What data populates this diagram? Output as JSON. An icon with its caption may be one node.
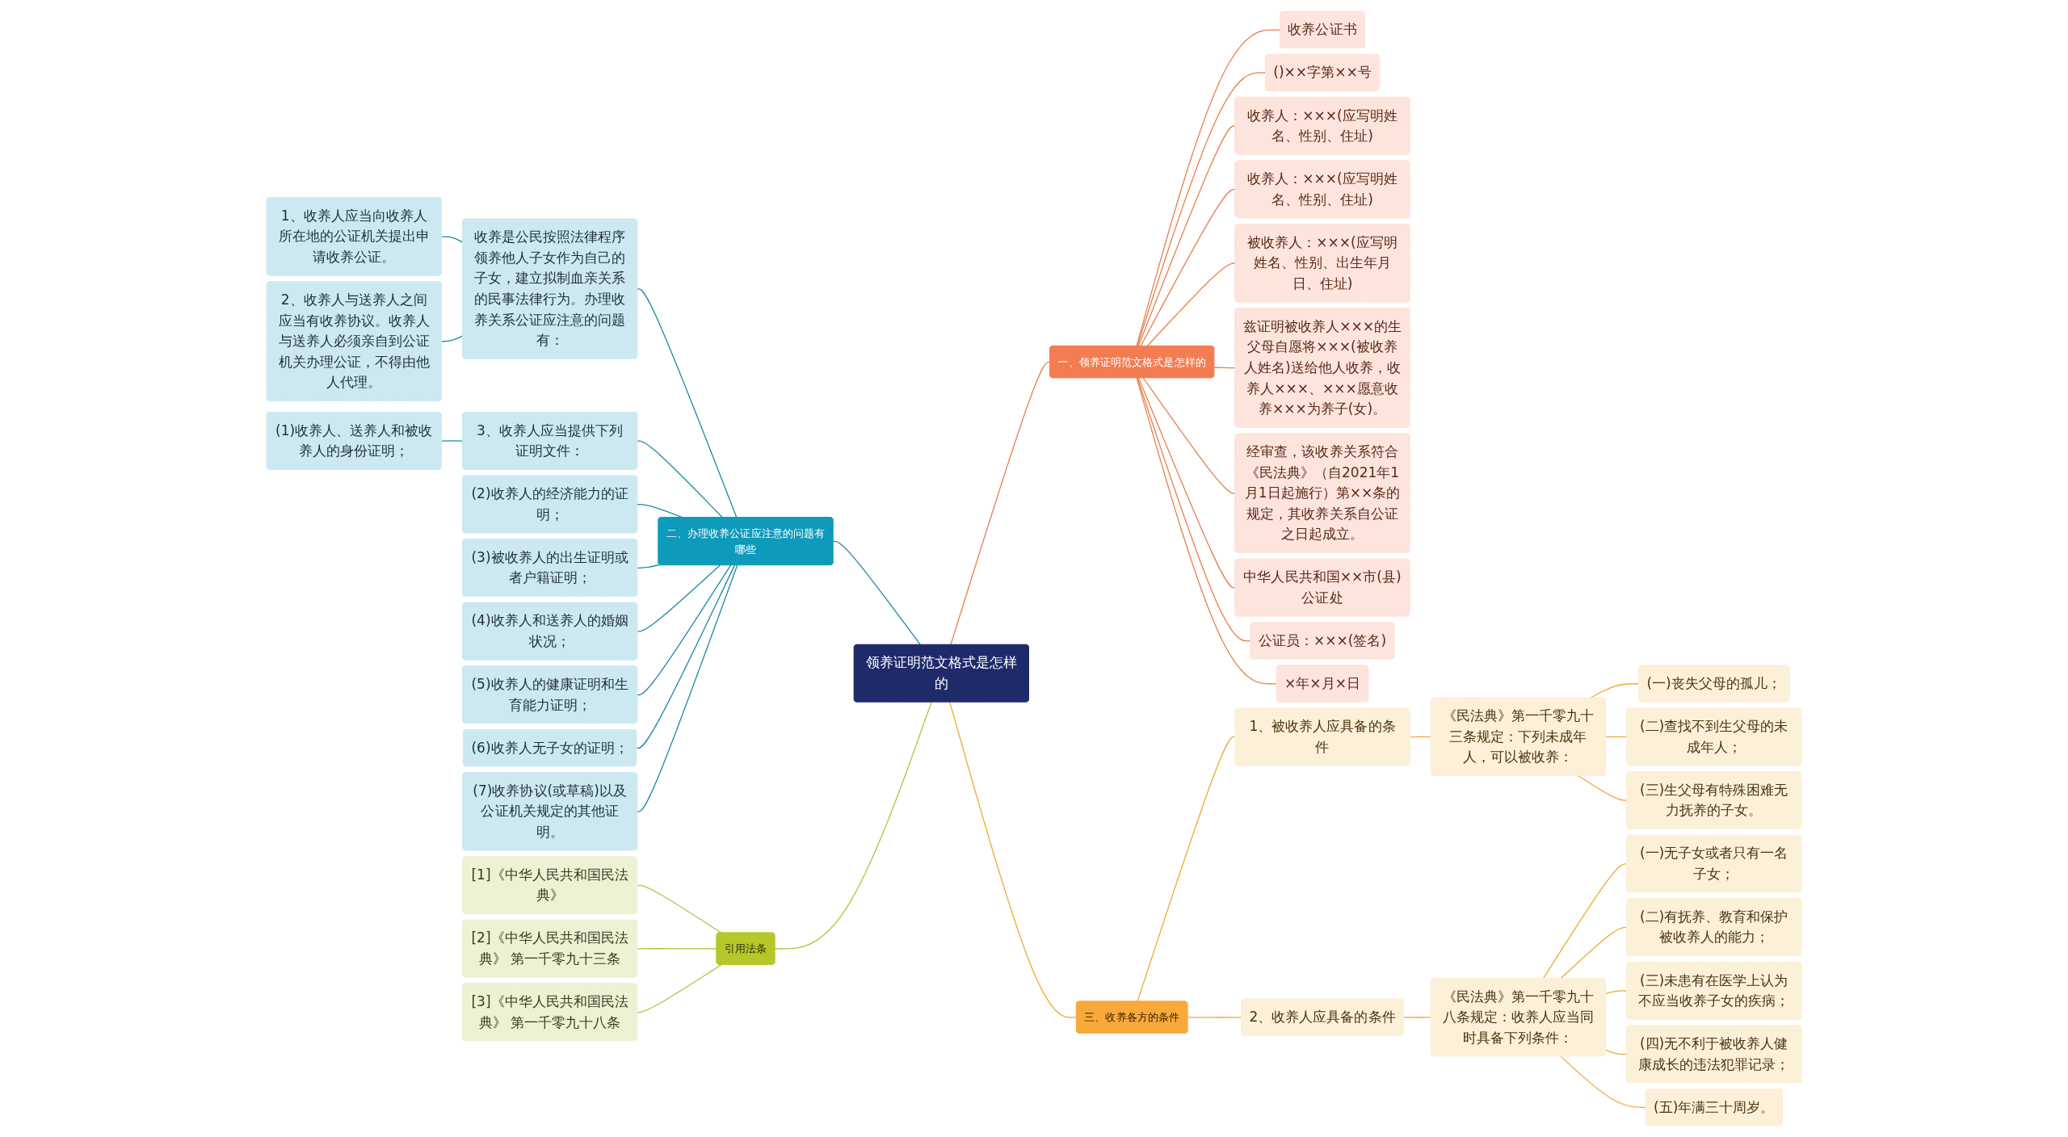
{
  "diagram": {
    "nodes": [
      {
        "text": [
          "领养证明范文格式是怎样的"
        ]
      },
      {
        "text": [
          "一、领养证明范文格式是怎样的"
        ]
      },
      {
        "text": [
          "收养公证书"
        ]
      },
      {
        "text": [
          "()××字第××号"
        ]
      },
      {
        "text": [
          "收养人：×××(应写明姓名、性别、住址)"
        ]
      },
      {
        "text": [
          "收养人：×××(应写明姓名、性别、住址)"
        ]
      },
      {
        "text": [
          "被收养人：×××(应写明姓名、性别、出生年月日、住址)"
        ]
      },
      {
        "text": [
          "兹证明被收养人×××的生父母自愿将×××(被收养人姓名)送给他人收养，收养人×××、×××愿意收养×××为养子(女)。"
        ]
      },
      {
        "text": [
          "经审查，该收养关系符合《民法典》（自2021年1月1日起施行）第××条的规定，其收养关系自公证之日起成立。"
        ]
      },
      {
        "text": [
          "中华人民共和国××市(县)公证处"
        ]
      },
      {
        "text": [
          "公证员：×××(签名)"
        ]
      },
      {
        "text": [
          "×年×月×日"
        ]
      },
      {
        "text": [
          "二、办理收养公证应注意的问题有哪些"
        ]
      },
      {
        "text": [
          "收养是公民按照法律程序领养他人子女作为自己的子女，建立拟制血亲关系的民事法律行为。办理收养关系公证应注意的问题有："
        ]
      },
      {
        "text": [
          "1、收养人应当向收养人所在地的公证机关提出申请收养公证。"
        ]
      },
      {
        "text": [
          "2、收养人与送养人之间应当有收养协议。收养人与送养人必须亲自到公证机关办理公证，不得由他人代理。"
        ]
      },
      {
        "text": [
          "3、收养人应当提供下列证明文件："
        ]
      },
      {
        "text": [
          "(1)收养人、送养人和被收养人的身份证明；"
        ]
      },
      {
        "text": [
          "(2)收养人的经济能力的证明；"
        ]
      },
      {
        "text": [
          "(3)被收养人的出生证明或者户籍证明；"
        ]
      },
      {
        "text": [
          "(4)收养人和送养人的婚姻状况；"
        ]
      },
      {
        "text": [
          "(5)收养人的健康证明和生育能力证明；"
        ]
      },
      {
        "text": [
          "(6)收养人无子女的证明；"
        ]
      },
      {
        "text": [
          "(7)收养协议(或草稿)以及公证机关规定的其他证明。"
        ]
      },
      {
        "text": [
          "引用法条"
        ]
      },
      {
        "text": [
          "[1]《中华人民共和国民法典》"
        ]
      },
      {
        "text": [
          "[2]《中华人民共和国民法典》 第一千零九十三条"
        ]
      },
      {
        "text": [
          "[3]《中华人民共和国民法典》 第一千零九十八条"
        ]
      },
      {
        "text": [
          "三、收养各方的条件"
        ]
      },
      {
        "text": [
          "1、被收养人应具备的条件"
        ]
      },
      {
        "text": [
          "《民法典》第一千零九十三条规定：下列未成年人，可以被收养："
        ]
      },
      {
        "text": [
          "(一)丧失父母的孤儿；"
        ]
      },
      {
        "text": [
          "(二)查找不到生父母的未成年人；"
        ]
      },
      {
        "text": [
          "(三)生父母有特殊困难无力抚养的子女。"
        ]
      },
      {
        "text": [
          "2、收养人应具备的条件"
        ]
      },
      {
        "text": [
          "《民法典》第一千零九十八条规定：收养人应当同时具备下列条件："
        ]
      },
      {
        "text": [
          "(一)无子女或者只有一名子女；"
        ]
      },
      {
        "text": [
          "(二)有抚养、教育和保护被收养人的能力；"
        ]
      },
      {
        "text": [
          "(三)未患有在医学上认为不应当收养子女的疾病；"
        ]
      },
      {
        "text": [
          "(四)无不利于被收养人健康成长的违法犯罪记录；"
        ]
      },
      {
        "text": [
          "(五)年满三十周岁。"
        ]
      }
    ],
    "edges": [
      {
        "from": 0,
        "to": 1,
        "arrow": "none",
        "color": "#e8804e"
      },
      {
        "from": 1,
        "to": 2,
        "arrow": "none",
        "color": "#e8804e"
      },
      {
        "from": 1,
        "to": 3,
        "arrow": "none",
        "color": "#e8804e"
      },
      {
        "from": 1,
        "to": 4,
        "arrow": "none",
        "color": "#e8804e"
      },
      {
        "from": 1,
        "to": 5,
        "arrow": "none",
        "color": "#e8804e"
      },
      {
        "from": 1,
        "to": 6,
        "arrow": "none",
        "color": "#e8804e"
      },
      {
        "from": 1,
        "to": 7,
        "arrow": "none",
        "color": "#e8804e"
      },
      {
        "from": 1,
        "to": 8,
        "arrow": "none",
        "color": "#e8804e"
      },
      {
        "from": 1,
        "to": 9,
        "arrow": "none",
        "color": "#e8804e"
      },
      {
        "from": 1,
        "to": 10,
        "arrow": "none",
        "color": "#e8804e"
      },
      {
        "from": 1,
        "to": 11,
        "arrow": "none",
        "color": "#e8804e"
      },
      {
        "from": 0,
        "to": 12,
        "arrow": "none",
        "color": "#1a8ba8"
      },
      {
        "from": 12,
        "to": 13,
        "arrow": "none",
        "color": "#1a8ba8"
      },
      {
        "from": 13,
        "to": 14,
        "arrow": "none",
        "color": "#1a8ba8"
      },
      {
        "from": 13,
        "to": 15,
        "arrow": "none",
        "color": "#1a8ba8"
      },
      {
        "from": 12,
        "to": 16,
        "arrow": "none",
        "color": "#1a8ba8"
      },
      {
        "from": 16,
        "to": 17,
        "arrow": "none",
        "color": "#1a8ba8"
      },
      {
        "from": 12,
        "to": 18,
        "arrow": "none",
        "color": "#1a8ba8"
      },
      {
        "from": 12,
        "to": 19,
        "arrow": "none",
        "color": "#1a8ba8"
      },
      {
        "from": 12,
        "to": 20,
        "arrow": "none",
        "color": "#1a8ba8"
      },
      {
        "from": 12,
        "to": 21,
        "arrow": "none",
        "color": "#1a8ba8"
      },
      {
        "from": 12,
        "to": 22,
        "arrow": "none",
        "color": "#1a8ba8"
      },
      {
        "from": 12,
        "to": 23,
        "arrow": "none",
        "color": "#1a8ba8"
      },
      {
        "from": 0,
        "to": 24,
        "arrow": "none",
        "color": "#b2c43a"
      },
      {
        "from": 24,
        "to": 25,
        "arrow": "none",
        "color": "#b2c43a"
      },
      {
        "from": 24,
        "to": 26,
        "arrow": "none",
        "color": "#b2c43a"
      },
      {
        "from": 24,
        "to": 27,
        "arrow": "none",
        "color": "#b2c43a"
      },
      {
        "from": 0,
        "to": 28,
        "arrow": "none",
        "color": "#f0a834"
      },
      {
        "from": 28,
        "to": 29,
        "arrow": "none",
        "color": "#f0a834"
      },
      {
        "from": 29,
        "to": 30,
        "arrow": "none",
        "color": "#f0a834"
      },
      {
        "from": 30,
        "to": 31,
        "arrow": "none",
        "color": "#f0a834"
      },
      {
        "from": 30,
        "to": 32,
        "arrow": "none",
        "color": "#f0a834"
      },
      {
        "from": 30,
        "to": 33,
        "arrow": "none",
        "color": "#f0a834"
      },
      {
        "from": 28,
        "to": 34,
        "arrow": "none",
        "color": "#f0a834"
      },
      {
        "from": 34,
        "to": 35,
        "arrow": "none",
        "color": "#f0a834"
      },
      {
        "from": 35,
        "to": 36,
        "arrow": "none",
        "color": "#f0a834"
      },
      {
        "from": 35,
        "to": 37,
        "arrow": "none",
        "color": "#f0a834"
      },
      {
        "from": 35,
        "to": 38,
        "arrow": "none",
        "color": "#f0a834"
      },
      {
        "from": 35,
        "to": 39,
        "arrow": "none",
        "color": "#f0a834"
      },
      {
        "from": 35,
        "to": 40,
        "arrow": "none",
        "color": "#f0a834"
      }
    ]
  }
}
